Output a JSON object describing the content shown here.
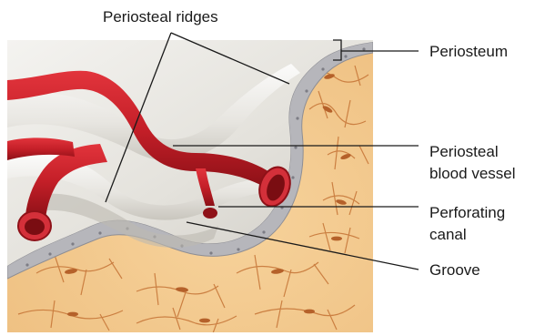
{
  "labels": {
    "periosteal_ridges": "Periosteal ridges",
    "periosteum": "Periosteum",
    "periosteal_blood_vessel_line1": "Periosteal",
    "periosteal_blood_vessel_line2": "blood vessel",
    "perforating_canal_line1": "Perforating",
    "perforating_canal_line2": "canal",
    "groove": "Groove"
  },
  "colors": {
    "bone": "#f3c98e",
    "bone_lines": "#c97a3c",
    "periosteum": "#b9b9bd",
    "vessel": "#c8202a",
    "vessel_dark": "#8e1118",
    "surface": "#e9e7e2"
  }
}
